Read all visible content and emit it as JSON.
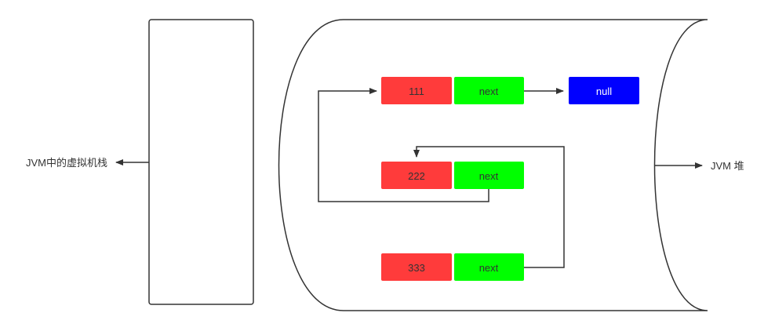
{
  "labels": {
    "stack": "JVM中的虚拟机栈",
    "heap": "JVM 堆"
  },
  "nodes": [
    {
      "value": "111",
      "next_label": "next"
    },
    {
      "value": "222",
      "next_label": "next"
    },
    {
      "value": "333",
      "next_label": "next"
    }
  ],
  "null_node": {
    "label": "null"
  },
  "colors": {
    "value_fill": "#ff3b3b",
    "next_fill": "#00ff00",
    "null_fill": "#0000ff",
    "null_text": "#ffffff",
    "node_text": "#333333",
    "stroke": "#333333"
  }
}
